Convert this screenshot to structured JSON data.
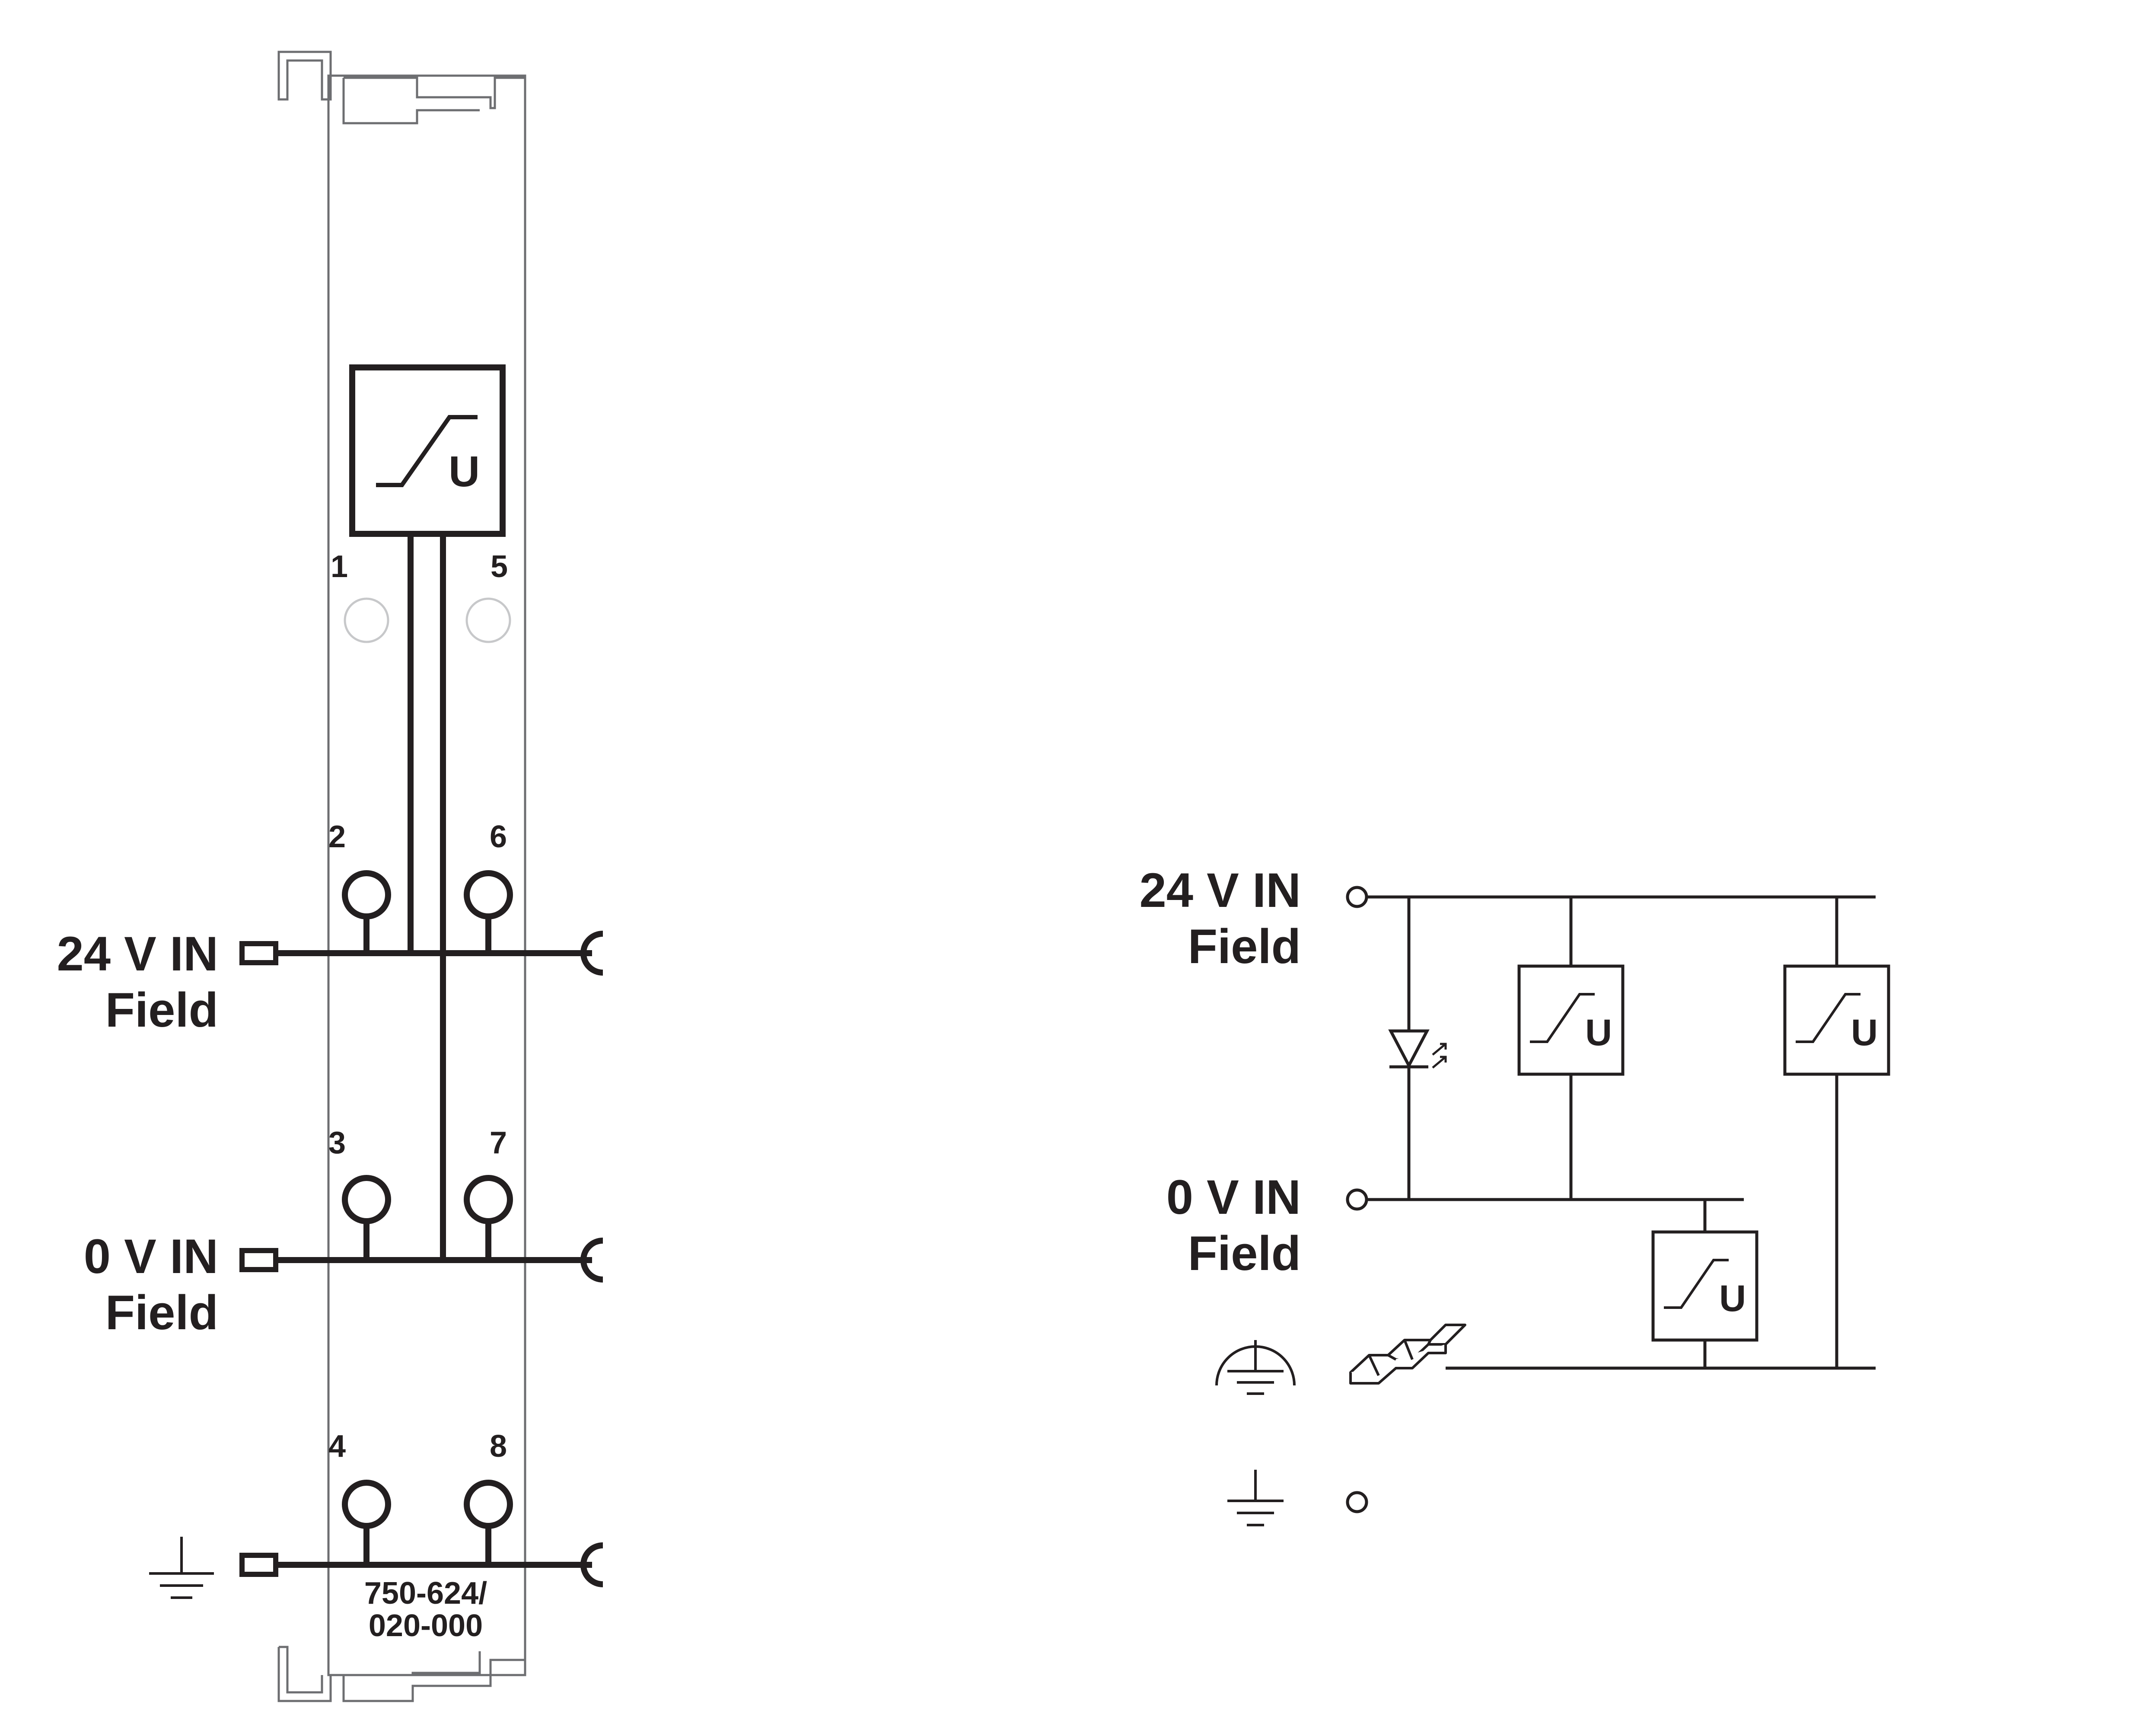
{
  "module": {
    "part_number_line1": "750-624/",
    "part_number_line2": "020-000",
    "pins": [
      "1",
      "5",
      "2",
      "6",
      "3",
      "7",
      "4",
      "8"
    ],
    "labels": {
      "supply_24v": "24 V IN",
      "supply_24v_sub": "Field",
      "supply_0v": "0 V IN",
      "supply_0v_sub": "Field"
    },
    "surge_symbol_letter": "U"
  },
  "schematic": {
    "labels": {
      "supply_24v": "24 V IN",
      "supply_24v_sub": "Field",
      "supply_0v": "0 V IN",
      "supply_0v_sub": "Field"
    },
    "surge_symbol_letter": "U"
  },
  "icons": [
    "ground-icon",
    "protective-earth-icon",
    "din-rail-icon",
    "led-icon",
    "surge-suppressor-icon"
  ],
  "colors": {
    "line": "#231f20",
    "outline": "#6d6e71",
    "contact_faded": "#c7c8ca"
  }
}
